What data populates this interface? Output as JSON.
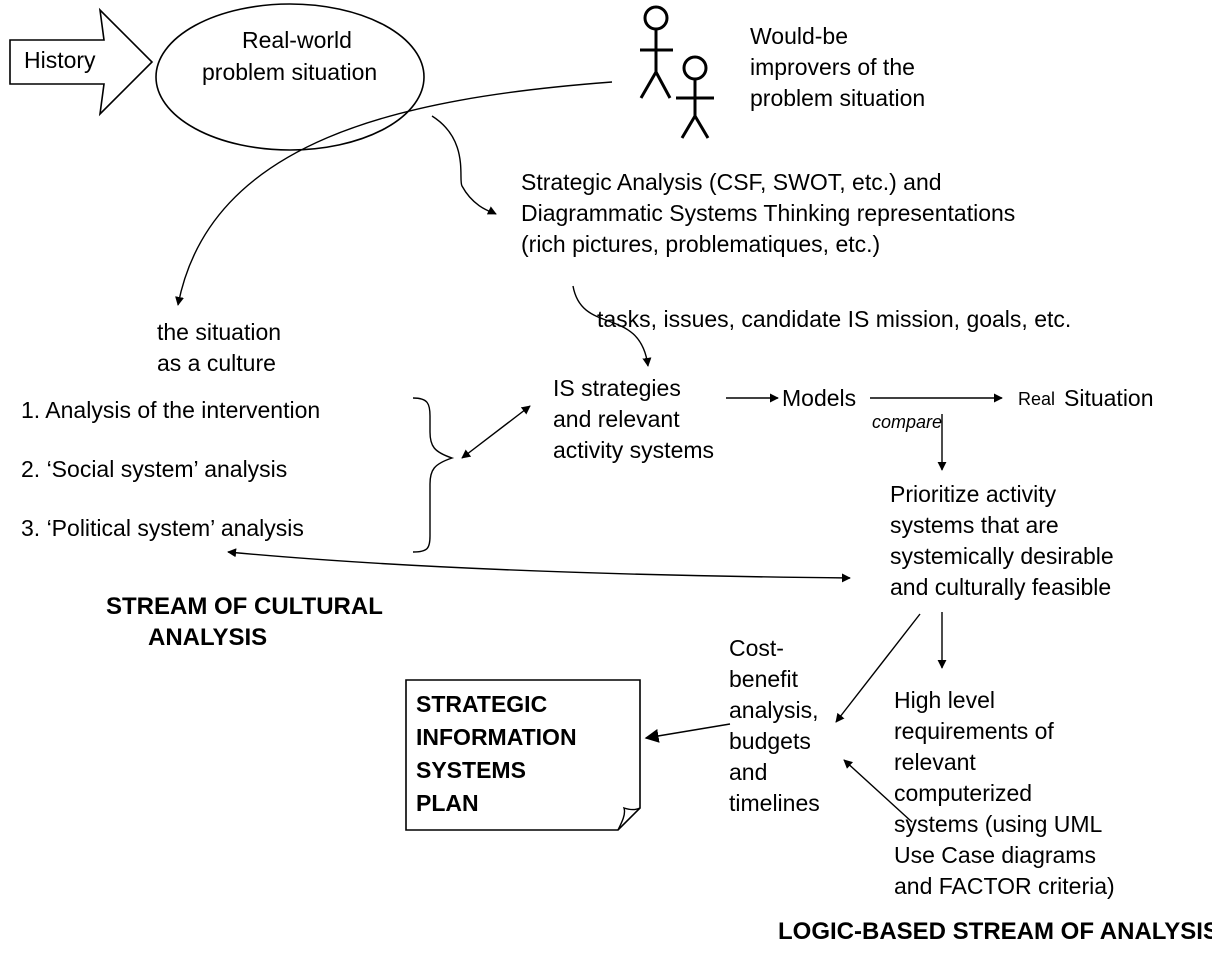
{
  "history": "History",
  "problem_situation": [
    "Real-world",
    "problem situation"
  ],
  "improvers": [
    "Would-be",
    "improvers of the",
    "problem situation"
  ],
  "strategic_analysis": [
    "Strategic Analysis (CSF, SWOT, etc.) and",
    "Diagrammatic Systems Thinking representations",
    "(rich pictures, problematiques, etc.)"
  ],
  "tasks_label": "tasks, issues, candidate IS mission, goals, etc.",
  "situation_culture": [
    "the situation",
    "as a culture"
  ],
  "analyses": [
    "1. Analysis of the intervention",
    "2. ‘Social system’ analysis",
    "3. ‘Political system’ analysis"
  ],
  "is_strategies": [
    "IS strategies",
    "and relevant",
    "activity systems"
  ],
  "models": "Models",
  "compare": "compare",
  "real_word": "Real",
  "situation_word": "Situation",
  "prioritize": [
    "Prioritize activity",
    "systems that are",
    "systemically desirable",
    "and culturally feasible"
  ],
  "cultural_stream": [
    "STREAM OF CULTURAL",
    "ANALYSIS"
  ],
  "cost_benefit": [
    "Cost-",
    "benefit",
    "analysis,",
    "budgets",
    "and",
    "timelines"
  ],
  "requirements": [
    "High level",
    "requirements of",
    "relevant",
    "computerized",
    "systems (using UML",
    "Use Case diagrams",
    "and FACTOR criteria)"
  ],
  "sisp": [
    "STRATEGIC",
    "INFORMATION",
    "SYSTEMS",
    "PLAN"
  ],
  "logic_stream": "LOGIC-BASED STREAM OF ANALYSIS"
}
